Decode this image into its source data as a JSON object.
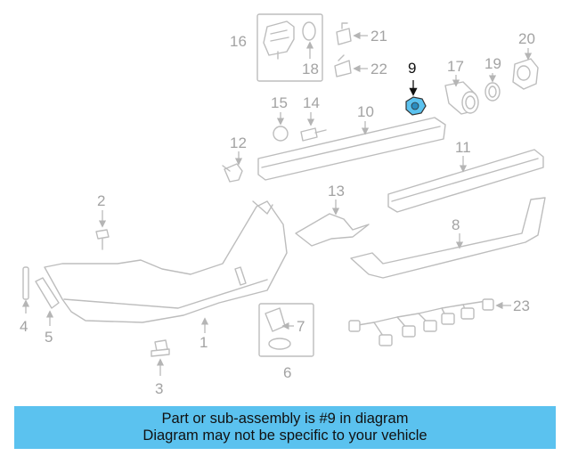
{
  "diagram": {
    "highlighted_part": "9",
    "highlight_color": "#5bc2ef",
    "callouts": {
      "c1": "1",
      "c2": "2",
      "c3": "3",
      "c4": "4",
      "c5": "5",
      "c6": "6",
      "c7": "7",
      "c8": "8",
      "c9": "9",
      "c10": "10",
      "c11": "11",
      "c12": "12",
      "c13": "13",
      "c14": "14",
      "c15": "15",
      "c16": "16",
      "c17": "17",
      "c18": "18",
      "c19": "19",
      "c20": "20",
      "c21": "21",
      "c22": "22",
      "c23": "23"
    }
  },
  "banner": {
    "line1": "Part or sub-assembly is #9 in diagram",
    "line2": "Diagram may not be specific to your vehicle",
    "background": "#5bc2ef"
  }
}
